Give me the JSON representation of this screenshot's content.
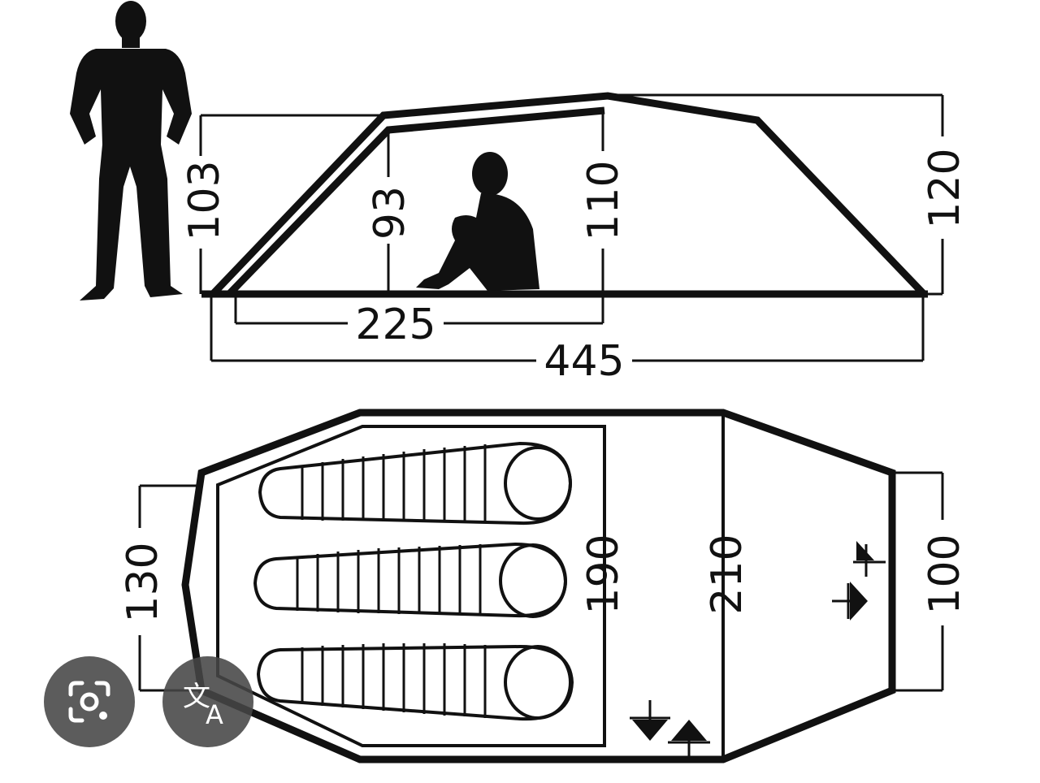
{
  "side_view": {
    "height_left": "103",
    "height_inner_front": "93",
    "height_inner_back": "110",
    "height_right": "120",
    "inner_length": "225",
    "total_length": "445"
  },
  "floor_plan": {
    "width_front": "130",
    "inner_depth": "190",
    "total_depth": "210",
    "width_rear": "100"
  },
  "overlay": {
    "lens_button_icon": "google-lens-icon",
    "translate_button_icon": "translate-icon",
    "translate_glyph_a": "文",
    "translate_glyph_b": "A"
  },
  "colors": {
    "ink": "#111111",
    "overlay_button": "#464646"
  }
}
